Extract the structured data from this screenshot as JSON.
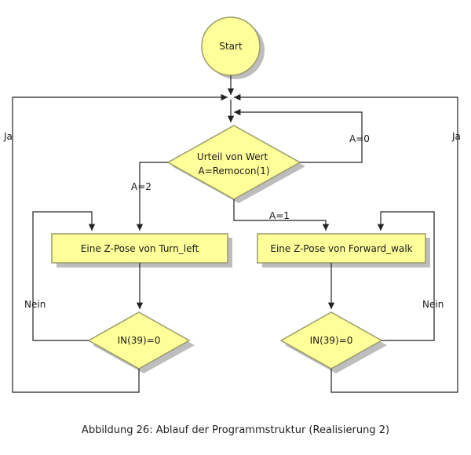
{
  "diagram": {
    "start": "Start",
    "decision_main": [
      "Urteil von Wert",
      "A=Remocon(1)"
    ],
    "action_left": "Eine Z-Pose von Turn_left",
    "action_right": "Eine Z-Pose von Forward_walk",
    "decision_left": "IN(39)=0",
    "decision_right": "IN(39)=0",
    "edge_labels": {
      "a0": "A=0",
      "a1": "A=1",
      "a2": "A=2",
      "nein_left": "Nein",
      "nein_right": "Nein",
      "ja_left": "Ja",
      "ja_right": "Ja"
    }
  },
  "caption": "Abbildung 26: Ablauf der Programmstruktur (Realisierung 2)",
  "colors": {
    "fill": "#ffff99",
    "stroke": "#9a9a6a",
    "line": "#222222",
    "shadow": "#bdbdbd"
  }
}
